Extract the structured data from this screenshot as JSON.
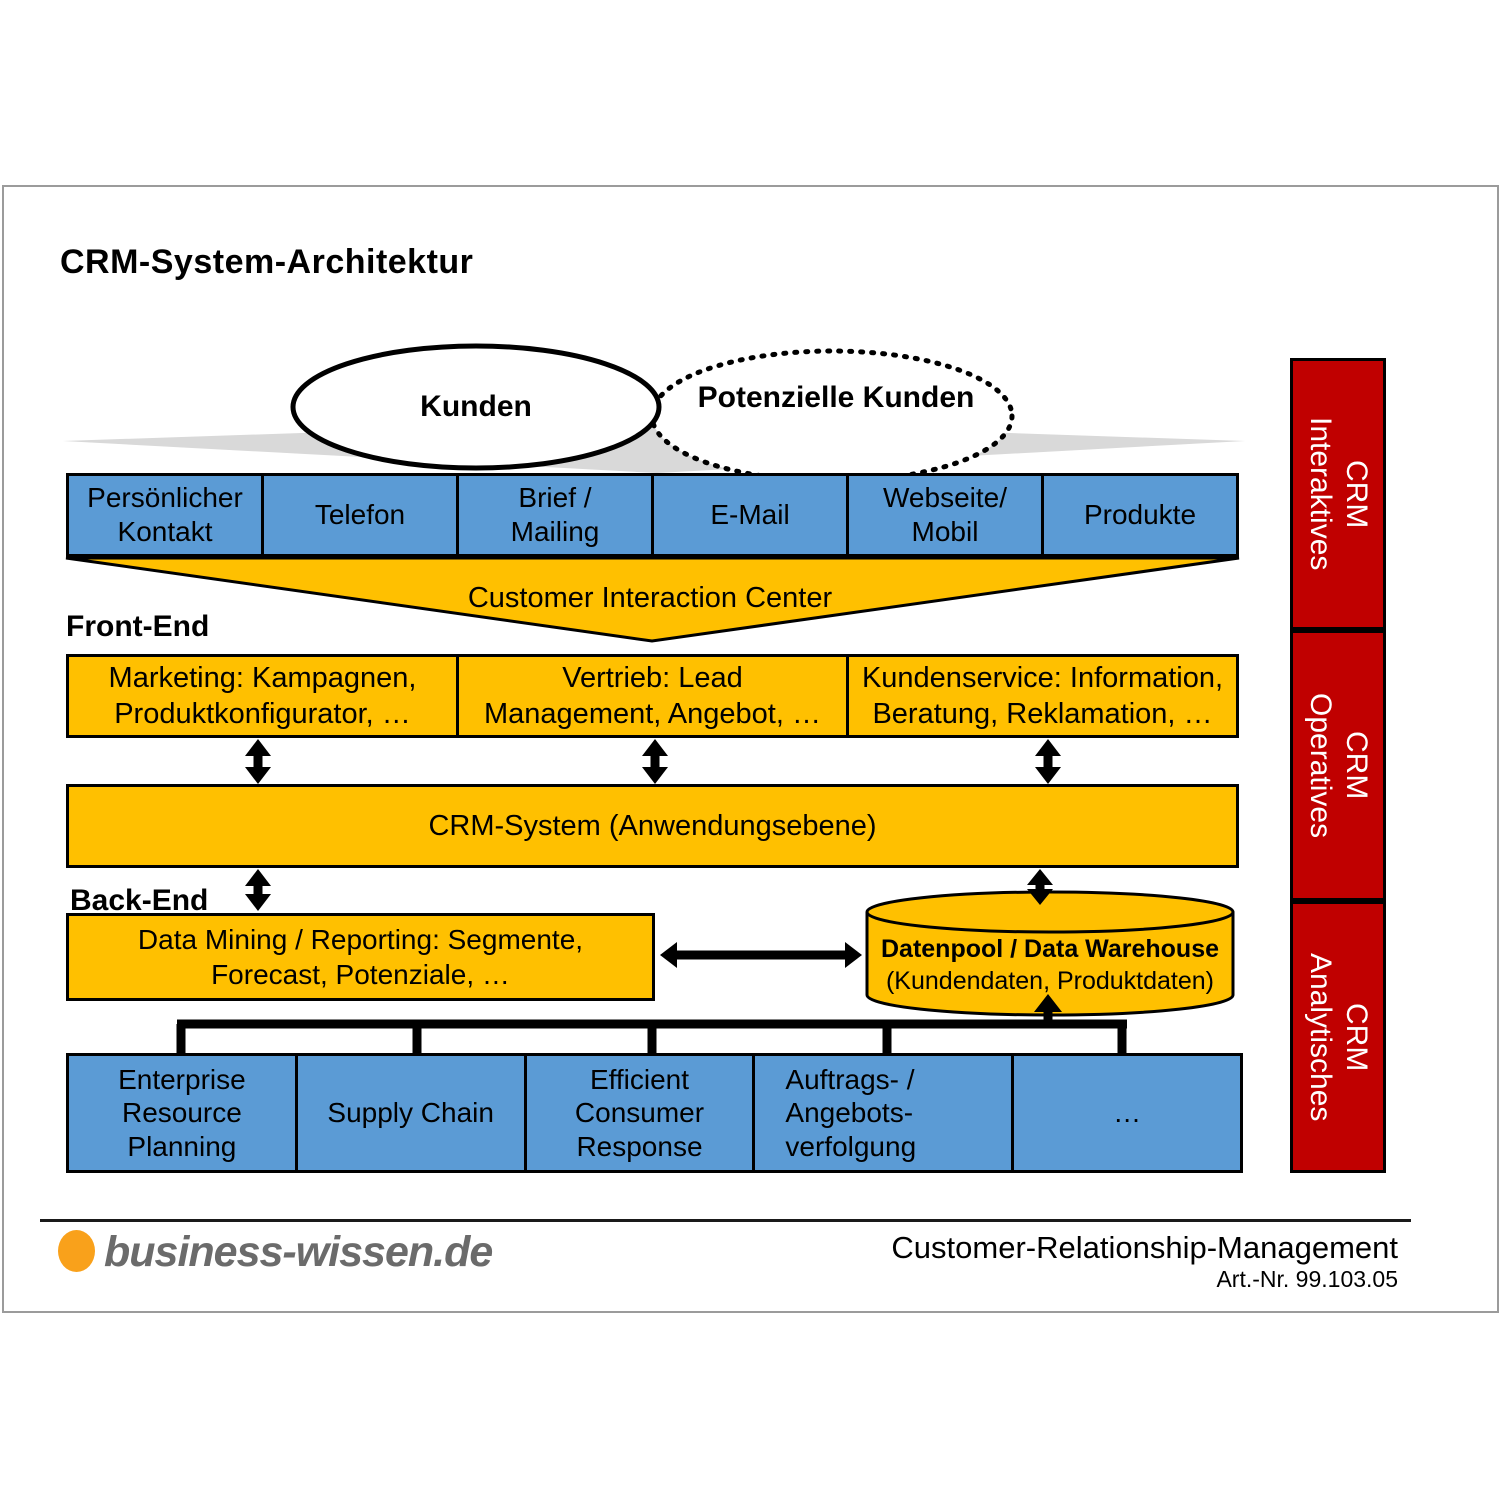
{
  "title": "CRM-System-Architektur",
  "customers": {
    "kunden": "Kunden",
    "potenzielle": "Potenzielle Kunden"
  },
  "channels": [
    "Persönlicher\nKontakt",
    "Telefon",
    "Brief /\nMailing",
    "E-Mail",
    "Webseite/\nMobil",
    "Produkte"
  ],
  "cic_label": "Customer Interaction Center",
  "front_end_label": "Front-End",
  "front_end_boxes": [
    "Marketing: Kampagnen,\nProduktkonfigurator, …",
    "Vertrieb: Lead\nManagement, Angebot, …",
    "Kundenservice: Information,\nBeratung, Reklamation, …"
  ],
  "crm_system_label": "CRM-System (Anwendungsebene)",
  "back_end_label": "Back-End",
  "back_end": {
    "data_mining": "Data Mining / Reporting: Segmente,\nForecast, Potenziale, …",
    "warehouse_title": "Datenpool / Data Warehouse",
    "warehouse_sub": "(Kundendaten, Produktdaten)"
  },
  "systems": [
    "Enterprise\nResource\nPlanning",
    "Supply Chain",
    "Efficient\nConsumer\nResponse",
    "Auftrags- /\nAngebots-\nverfolgung",
    "…"
  ],
  "crm_types": [
    "Interaktives\nCRM",
    "Operatives\nCRM",
    "Analytisches\nCRM"
  ],
  "footer": {
    "logo": "business-wissen.de",
    "title": "Customer-Relationship-Management",
    "art_nr": "Art.-Nr. 99.103.05"
  },
  "colors": {
    "orange": "#FFC000",
    "blue": "#5B9BD5",
    "red": "#C00000",
    "gray_arrow": "#D9D9D9",
    "logo_orange": "#F9A11B"
  }
}
